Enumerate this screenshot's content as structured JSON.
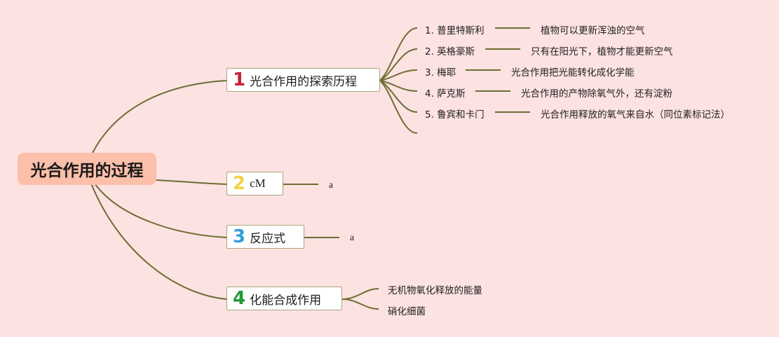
{
  "root": {
    "label": "光合作用的过程"
  },
  "colors": {
    "background": "#fde2e2",
    "connector": "#6b6e32",
    "root_fill": "#fbbfaa",
    "num1": "#c8213a",
    "num2": "#f2d24a",
    "num3": "#2f9fd8",
    "num4": "#1f9a35"
  },
  "topics": [
    {
      "number": "1",
      "label": "光合作用的探索历程",
      "children": [
        {
          "label": "1. 普里特斯利",
          "detail": "植物可以更新浑浊的空气"
        },
        {
          "label": "2. 英格豪斯",
          "detail": "只有在阳光下，植物才能更新空气"
        },
        {
          "label": "3. 梅耶",
          "detail": "光合作用把光能转化成化学能"
        },
        {
          "label": "4. 萨克斯",
          "detail": "光合作用的产物除氧气外，还有淀粉"
        },
        {
          "label": "5. 鲁宾和卡门",
          "detail": "光合作用释放的氧气来自水（同位素标记法）"
        }
      ]
    },
    {
      "number": "2",
      "label": "cM",
      "children": [
        {
          "label": "a"
        }
      ]
    },
    {
      "number": "3",
      "label": "反应式",
      "children": [
        {
          "label": "a"
        }
      ]
    },
    {
      "number": "4",
      "label": "化能合成作用",
      "children": [
        {
          "label": "无机物氧化释放的能量"
        },
        {
          "label": "硝化细菌"
        }
      ]
    }
  ]
}
